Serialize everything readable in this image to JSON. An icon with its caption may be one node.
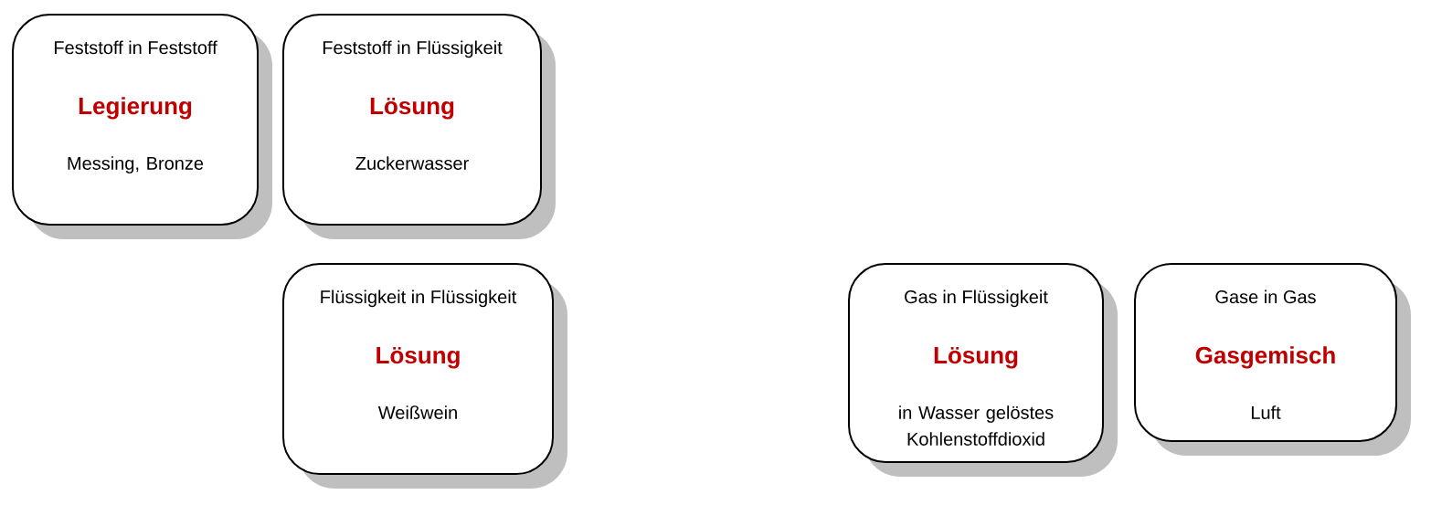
{
  "diagram": {
    "nodes": [
      {
        "text": [
          "Feststoff in Feststoff",
          "Legierung",
          "Messing, Bronze"
        ]
      },
      {
        "text": [
          "Feststoff in Flüssigkeit",
          "Lösung",
          "Zuckerwasser"
        ]
      },
      {
        "text": [
          "Flüssigkeit in Flüssigkeit",
          "Lösung",
          "Weißwein"
        ]
      },
      {
        "text": [
          "Gas in Flüssigkeit",
          "Lösung",
          "in Wasser gelöstes Kohlenstoffdioxid"
        ]
      },
      {
        "text": [
          "Gase in Gas",
          "Gasgemisch",
          "Luft"
        ]
      }
    ]
  }
}
